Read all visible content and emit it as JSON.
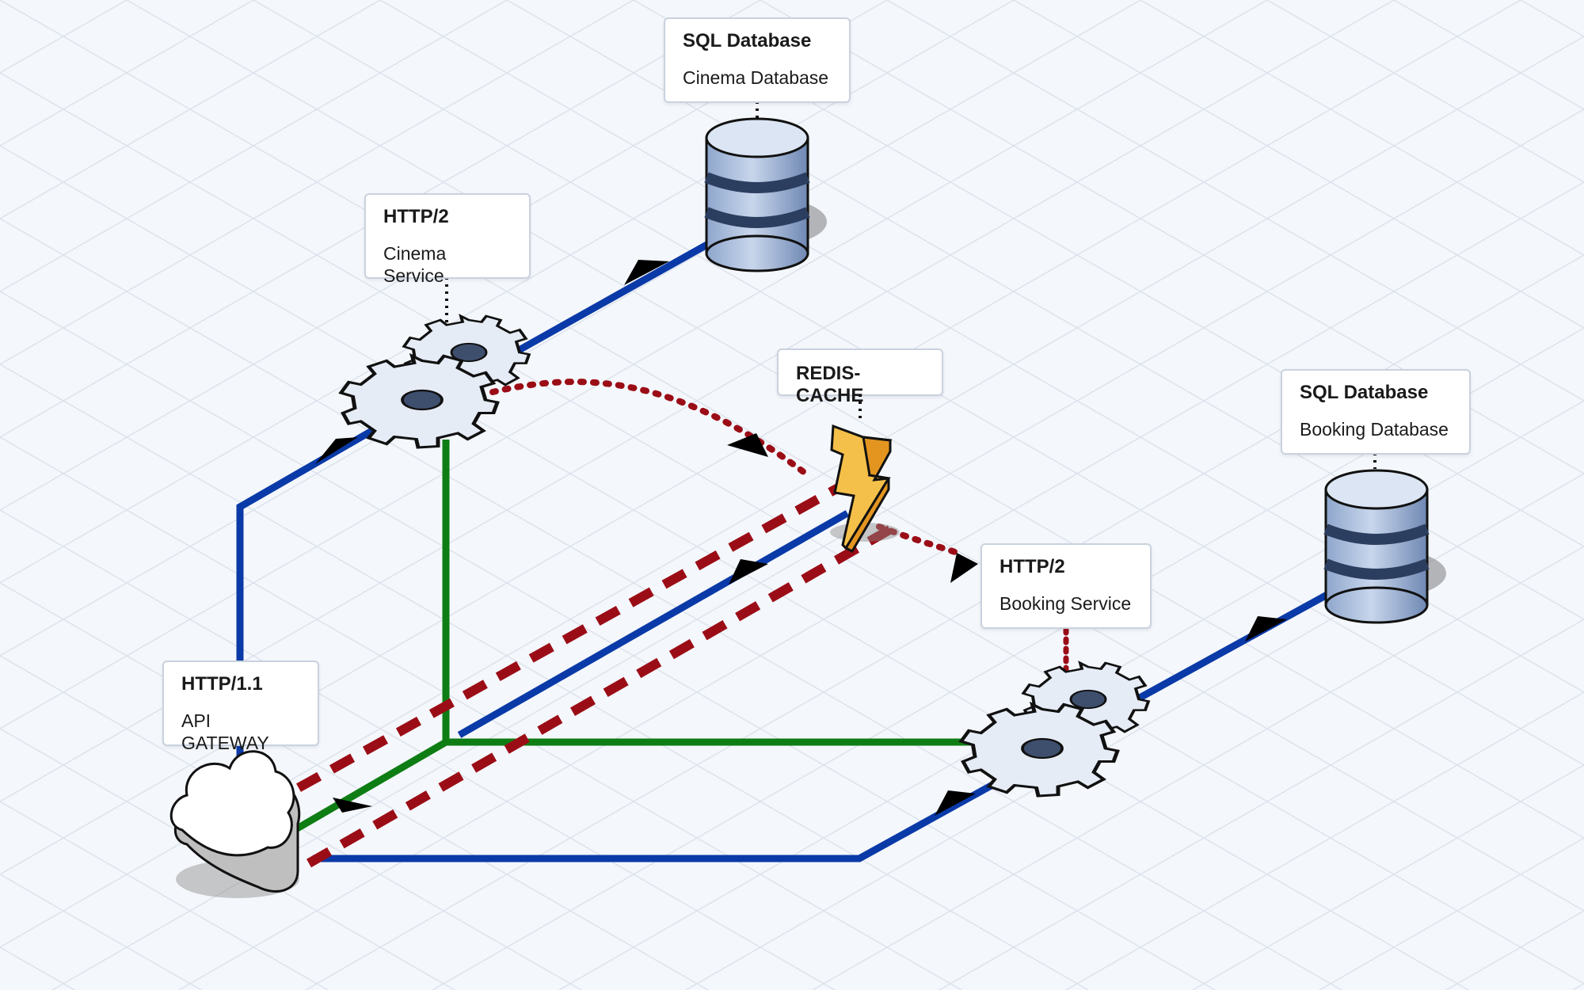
{
  "nodes": {
    "cinema_db": {
      "title": "SQL Database",
      "subtitle": "Cinema Database",
      "icon": "database-icon"
    },
    "cinema_service": {
      "title": "HTTP/2",
      "subtitle": "Cinema Service",
      "icon": "gears-icon"
    },
    "redis_cache": {
      "title": "REDIS-CACHE",
      "icon": "lightning-icon"
    },
    "booking_db": {
      "title": "SQL Database",
      "subtitle": "Booking Database",
      "icon": "database-icon"
    },
    "booking_service": {
      "title": "HTTP/2",
      "subtitle": "Booking Service",
      "icon": "gears-icon"
    },
    "api_gateway": {
      "title": "HTTP/1.1",
      "subtitle": "API GATEWAY",
      "icon": "cloud-icon"
    }
  },
  "colors": {
    "background": "#f4f7fc",
    "grid": "#dde3ec",
    "blue_connection": "#0a3aa8",
    "green_connection": "#0e7d14",
    "red_dashed_connection": "#9b0d16",
    "gear_fill": "#dfe7f4",
    "database_fill": "#b7c8e2",
    "cache_fill": "#f2b33d",
    "cloud_fill": "#ffffff"
  }
}
